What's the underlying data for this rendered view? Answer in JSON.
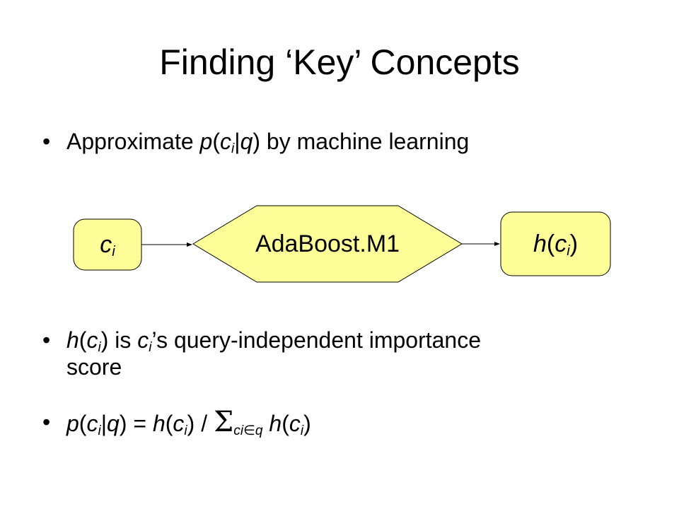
{
  "slide": {
    "title": "Finding ‘Key’ Concepts"
  },
  "bullets": {
    "b1": {
      "pre": "Approximate ",
      "p": "p",
      "open": "(",
      "c": "c",
      "i": "i",
      "bar": "|",
      "q": "q",
      "post": ") by machine learning"
    },
    "b2": {
      "h": "h",
      "open": "(",
      "c": "c",
      "i": "i",
      "mid1": ") is ",
      "c2": "c",
      "i2": "i",
      "mid2": "’s query-independent importance",
      "line2": "score"
    },
    "b3": {
      "p": "p",
      "open": "(",
      "c": "c",
      "i": "i",
      "bar": "|",
      "q": "q",
      "eq": ") = ",
      "h": "h",
      "open2": "(",
      "c2": "c",
      "i2": "i",
      "div": ") / ",
      "sigma": "Σ",
      "sub": "ci∈q",
      "h2": "h",
      "open3": "(",
      "c3": "c",
      "i3": "i",
      "close": ")"
    },
    "marker": "•"
  },
  "diagram": {
    "input": {
      "c": "c",
      "i": "i"
    },
    "process": {
      "label": "AdaBoost.M1"
    },
    "output": {
      "h": "h",
      "open": "(",
      "c": "c",
      "i": "i",
      "close": ")"
    },
    "colors": {
      "fill": "#ffff99",
      "stroke": "#000000"
    }
  }
}
